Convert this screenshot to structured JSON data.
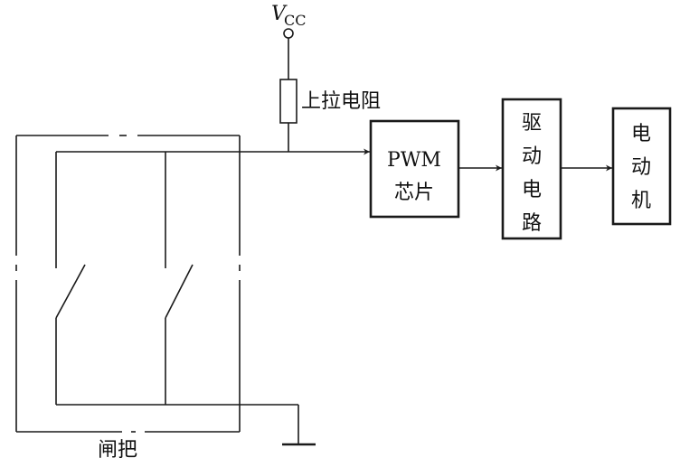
{
  "supply": {
    "v": "V",
    "sub": "CC"
  },
  "resistor": {
    "label": "上拉电阻"
  },
  "pwm": {
    "line1": "PWM",
    "line2": "芯片"
  },
  "driver": {
    "c1": "驱",
    "c2": "动",
    "c3": "电",
    "c4": "路"
  },
  "motor": {
    "c1": "电",
    "c2": "动",
    "c3": "机"
  },
  "handle": {
    "label": "闸把"
  }
}
